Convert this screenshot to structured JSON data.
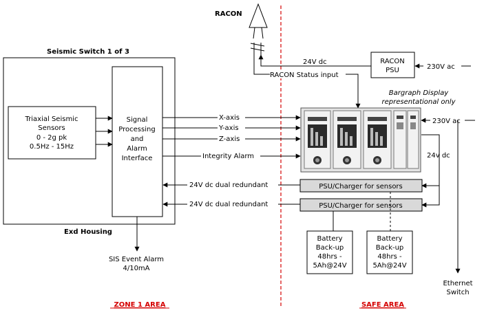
{
  "racon": {
    "label": "RACON",
    "psu_line1": "RACON",
    "psu_line2": "PSU",
    "supply_in": "230V ac",
    "dc_label": "24V dc",
    "status_label": "RACON Status input"
  },
  "switch": {
    "title": "Seismic Switch 1 of 3",
    "housing": "Exd Housing",
    "sensors": {
      "line1": "Triaxial Seismic",
      "line2": "Sensors",
      "line3": "0 - 2g pk",
      "line4": "0.5Hz - 15Hz"
    },
    "processor": {
      "line1": "Signal",
      "line2": "Processing",
      "line3": "and",
      "line4": "Alarm",
      "line5": "Interface"
    }
  },
  "signals": {
    "x": "X-axis",
    "y": "Y-axis",
    "z": "Z-axis",
    "integrity": "Integrity Alarm",
    "supply1": "24V dc dual redundant",
    "supply2": "24V dc dual redundant"
  },
  "display": {
    "caption1": "Bargraph Display",
    "caption2": "representational only",
    "supply_in": "230V ac",
    "dc_out": "24v dc"
  },
  "psu": {
    "a": "PSU/Charger for sensors",
    "b": "PSU/Charger for sensors"
  },
  "battery": {
    "line1": "Battery",
    "line2": "Back-up",
    "line3": "48hrs -",
    "line4": "5Ah@24V"
  },
  "sis": {
    "line1": "SIS Event Alarm",
    "line2": "4/10mA"
  },
  "ethernet": {
    "line1": "Ethernet",
    "line2": "Switch"
  },
  "zones": {
    "zone1": "ZONE 1 AREA",
    "safe": "SAFE AREA"
  },
  "colors": {
    "boundary": "#d40000",
    "zone_text": "#d40000",
    "psu_fill": "#d9d9d9"
  }
}
